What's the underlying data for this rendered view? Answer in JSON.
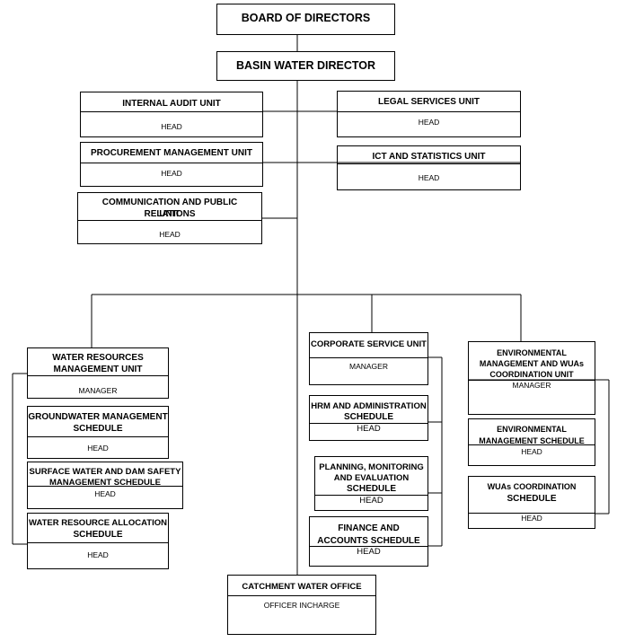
{
  "board": "BOARD OF DIRECTORS",
  "director": "BASIN WATER DIRECTOR",
  "internal_audit": {
    "title": "INTERNAL AUDIT UNIT",
    "role": "HEAD"
  },
  "legal": {
    "title": "LEGAL SERVICES UNIT",
    "role": "HEAD"
  },
  "procurement": {
    "title": "PROCUREMENT MANAGEMENT UNIT",
    "role": "HEAD"
  },
  "ict": {
    "title": "ICT AND STATISTICS UNIT",
    "role": "HEAD"
  },
  "communication": {
    "title_1": "COMMUNICATION AND PUBLIC RELATIONS",
    "title_2": "UNIT",
    "role": "HEAD"
  },
  "water_resources": {
    "title_1": "WATER RESOURCES",
    "title_2": "MANAGEMENT UNIT",
    "role": "MANAGER"
  },
  "groundwater": {
    "title_1": "GROUNDWATER MANAGEMENT",
    "title_2": "SCHEDULE",
    "role": "HEAD"
  },
  "surface_water": {
    "title_1": "SURFACE WATER AND DAM SAFETY",
    "title_2": "MANAGEMENT SCHEDULE",
    "role": "HEAD"
  },
  "allocation": {
    "title_1": "WATER RESOURCE ALLOCATION",
    "title_2": "SCHEDULE",
    "role": "HEAD"
  },
  "corporate": {
    "title": "CORPORATE SERVICE UNIT",
    "role": "MANAGER"
  },
  "hrm": {
    "title_1": "HRM AND ADMINISTRATION",
    "title_2": "SCHEDULE",
    "role": "HEAD"
  },
  "planning": {
    "title_1": "PLANNING, MONITORING",
    "title_2": "AND EVALUATION",
    "title_3": "SCHEDULE",
    "role": "HEAD"
  },
  "finance": {
    "title_1": "FINANCE AND",
    "title_2": "ACCOUNTS SCHEDULE",
    "role": "HEAD"
  },
  "environmental_unit": {
    "title_1": "ENVIRONMENTAL",
    "title_2": "MANAGEMENT AND WUAs",
    "title_3": "COORDINATION UNIT",
    "role": "MANAGER"
  },
  "env_schedule": {
    "title_1": "ENVIRONMENTAL",
    "title_2": "MANAGEMENT SCHEDULE",
    "role": "HEAD"
  },
  "wuas": {
    "title_1": "WUAs COORDINATION",
    "title_2": "SCHEDULE",
    "role": "HEAD"
  },
  "catchment": {
    "title": "CATCHMENT WATER OFFICE",
    "role": "OFFICER INCHARGE"
  }
}
